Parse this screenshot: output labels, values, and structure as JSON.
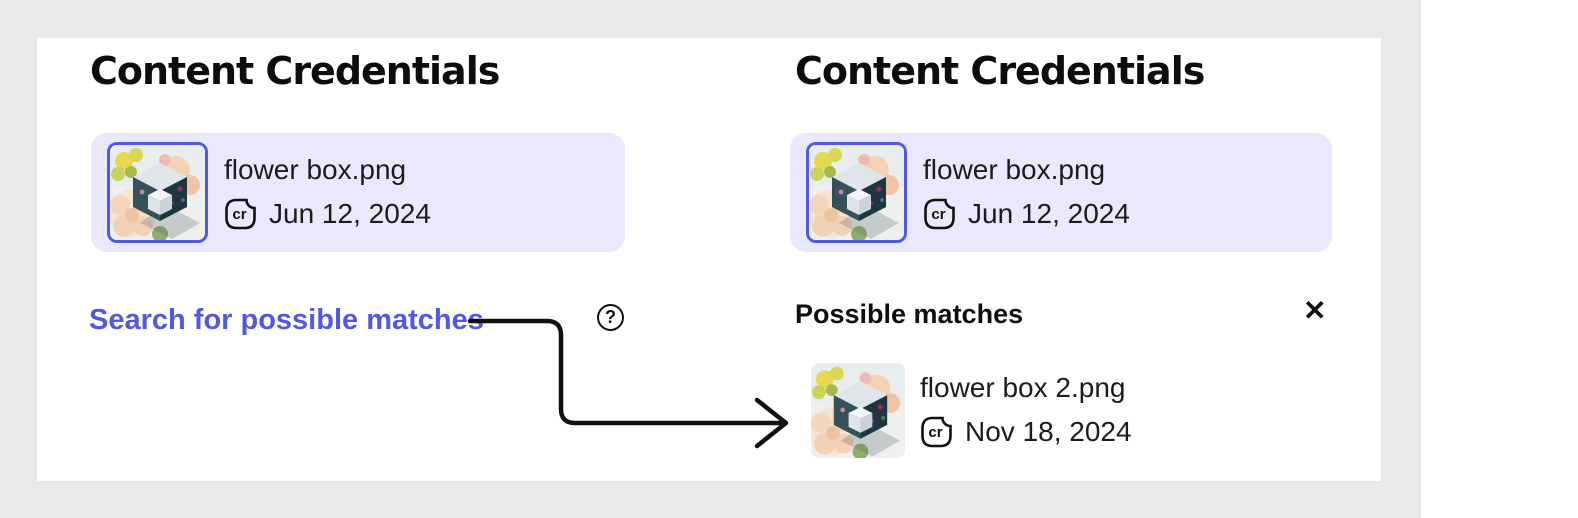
{
  "left_panel": {
    "title": "Content Credentials",
    "file_card": {
      "filename": "flower box.png",
      "date": "Jun 12, 2024",
      "cr_label": "cr"
    },
    "search_link_label": "Search for possible matches",
    "help_icon_glyph": "?"
  },
  "right_panel": {
    "title": "Content Credentials",
    "file_card": {
      "filename": "flower box.png",
      "date": "Jun 12, 2024",
      "cr_label": "cr"
    },
    "possible_matches": {
      "title": "Possible matches",
      "close_icon_glyph": "✕",
      "match": {
        "filename": "flower box 2.png",
        "date": "Nov 18, 2024",
        "cr_label": "cr"
      }
    }
  },
  "colors": {
    "accent": "#5257E4",
    "card_bg": "#E9E8FC",
    "backdrop": "#E9E9E9",
    "text": "#141414",
    "ink": "#111111"
  }
}
